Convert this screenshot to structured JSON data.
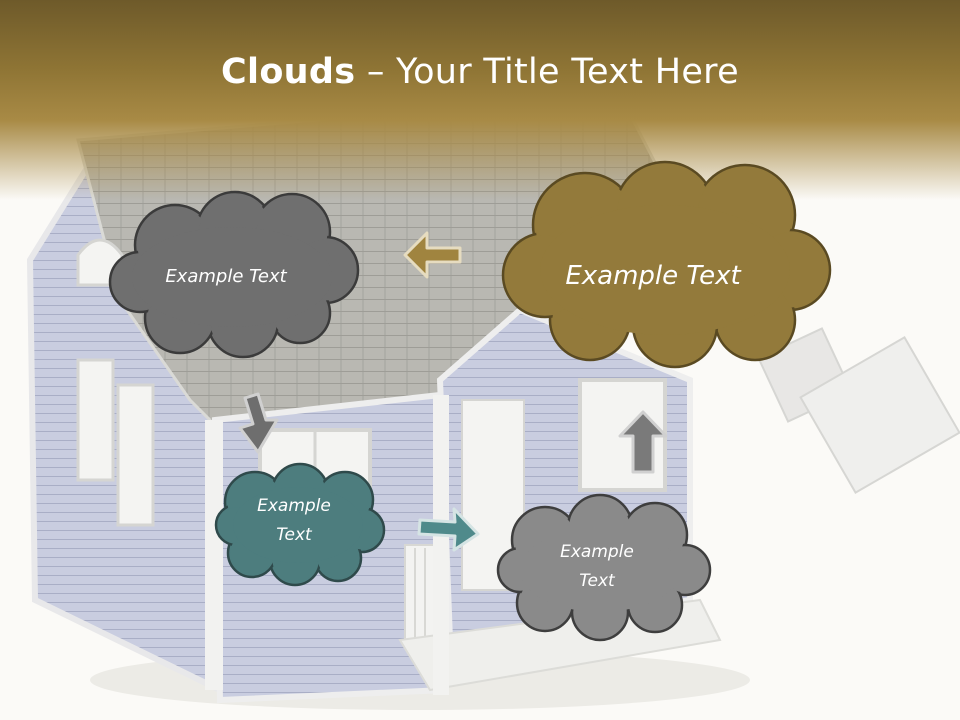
{
  "title": {
    "bold": "Clouds",
    "rest": " – Your Title Text Here"
  },
  "clouds": [
    {
      "id": "gray-left",
      "lines": [
        "Example Text"
      ],
      "fill": "#6f6f6f"
    },
    {
      "id": "gold-right",
      "lines": [
        "Example Text"
      ],
      "fill": "#937a3b"
    },
    {
      "id": "teal-bottom",
      "lines": [
        "Example",
        "Text"
      ],
      "fill": "#4d7d7e"
    },
    {
      "id": "gray-bottom",
      "lines": [
        "Example",
        "Text"
      ],
      "fill": "#8a8a8a"
    }
  ],
  "arrow_colors": {
    "gold": "#a0843f",
    "gray": "#6e6e6e",
    "teal": "#4f8a8b"
  }
}
